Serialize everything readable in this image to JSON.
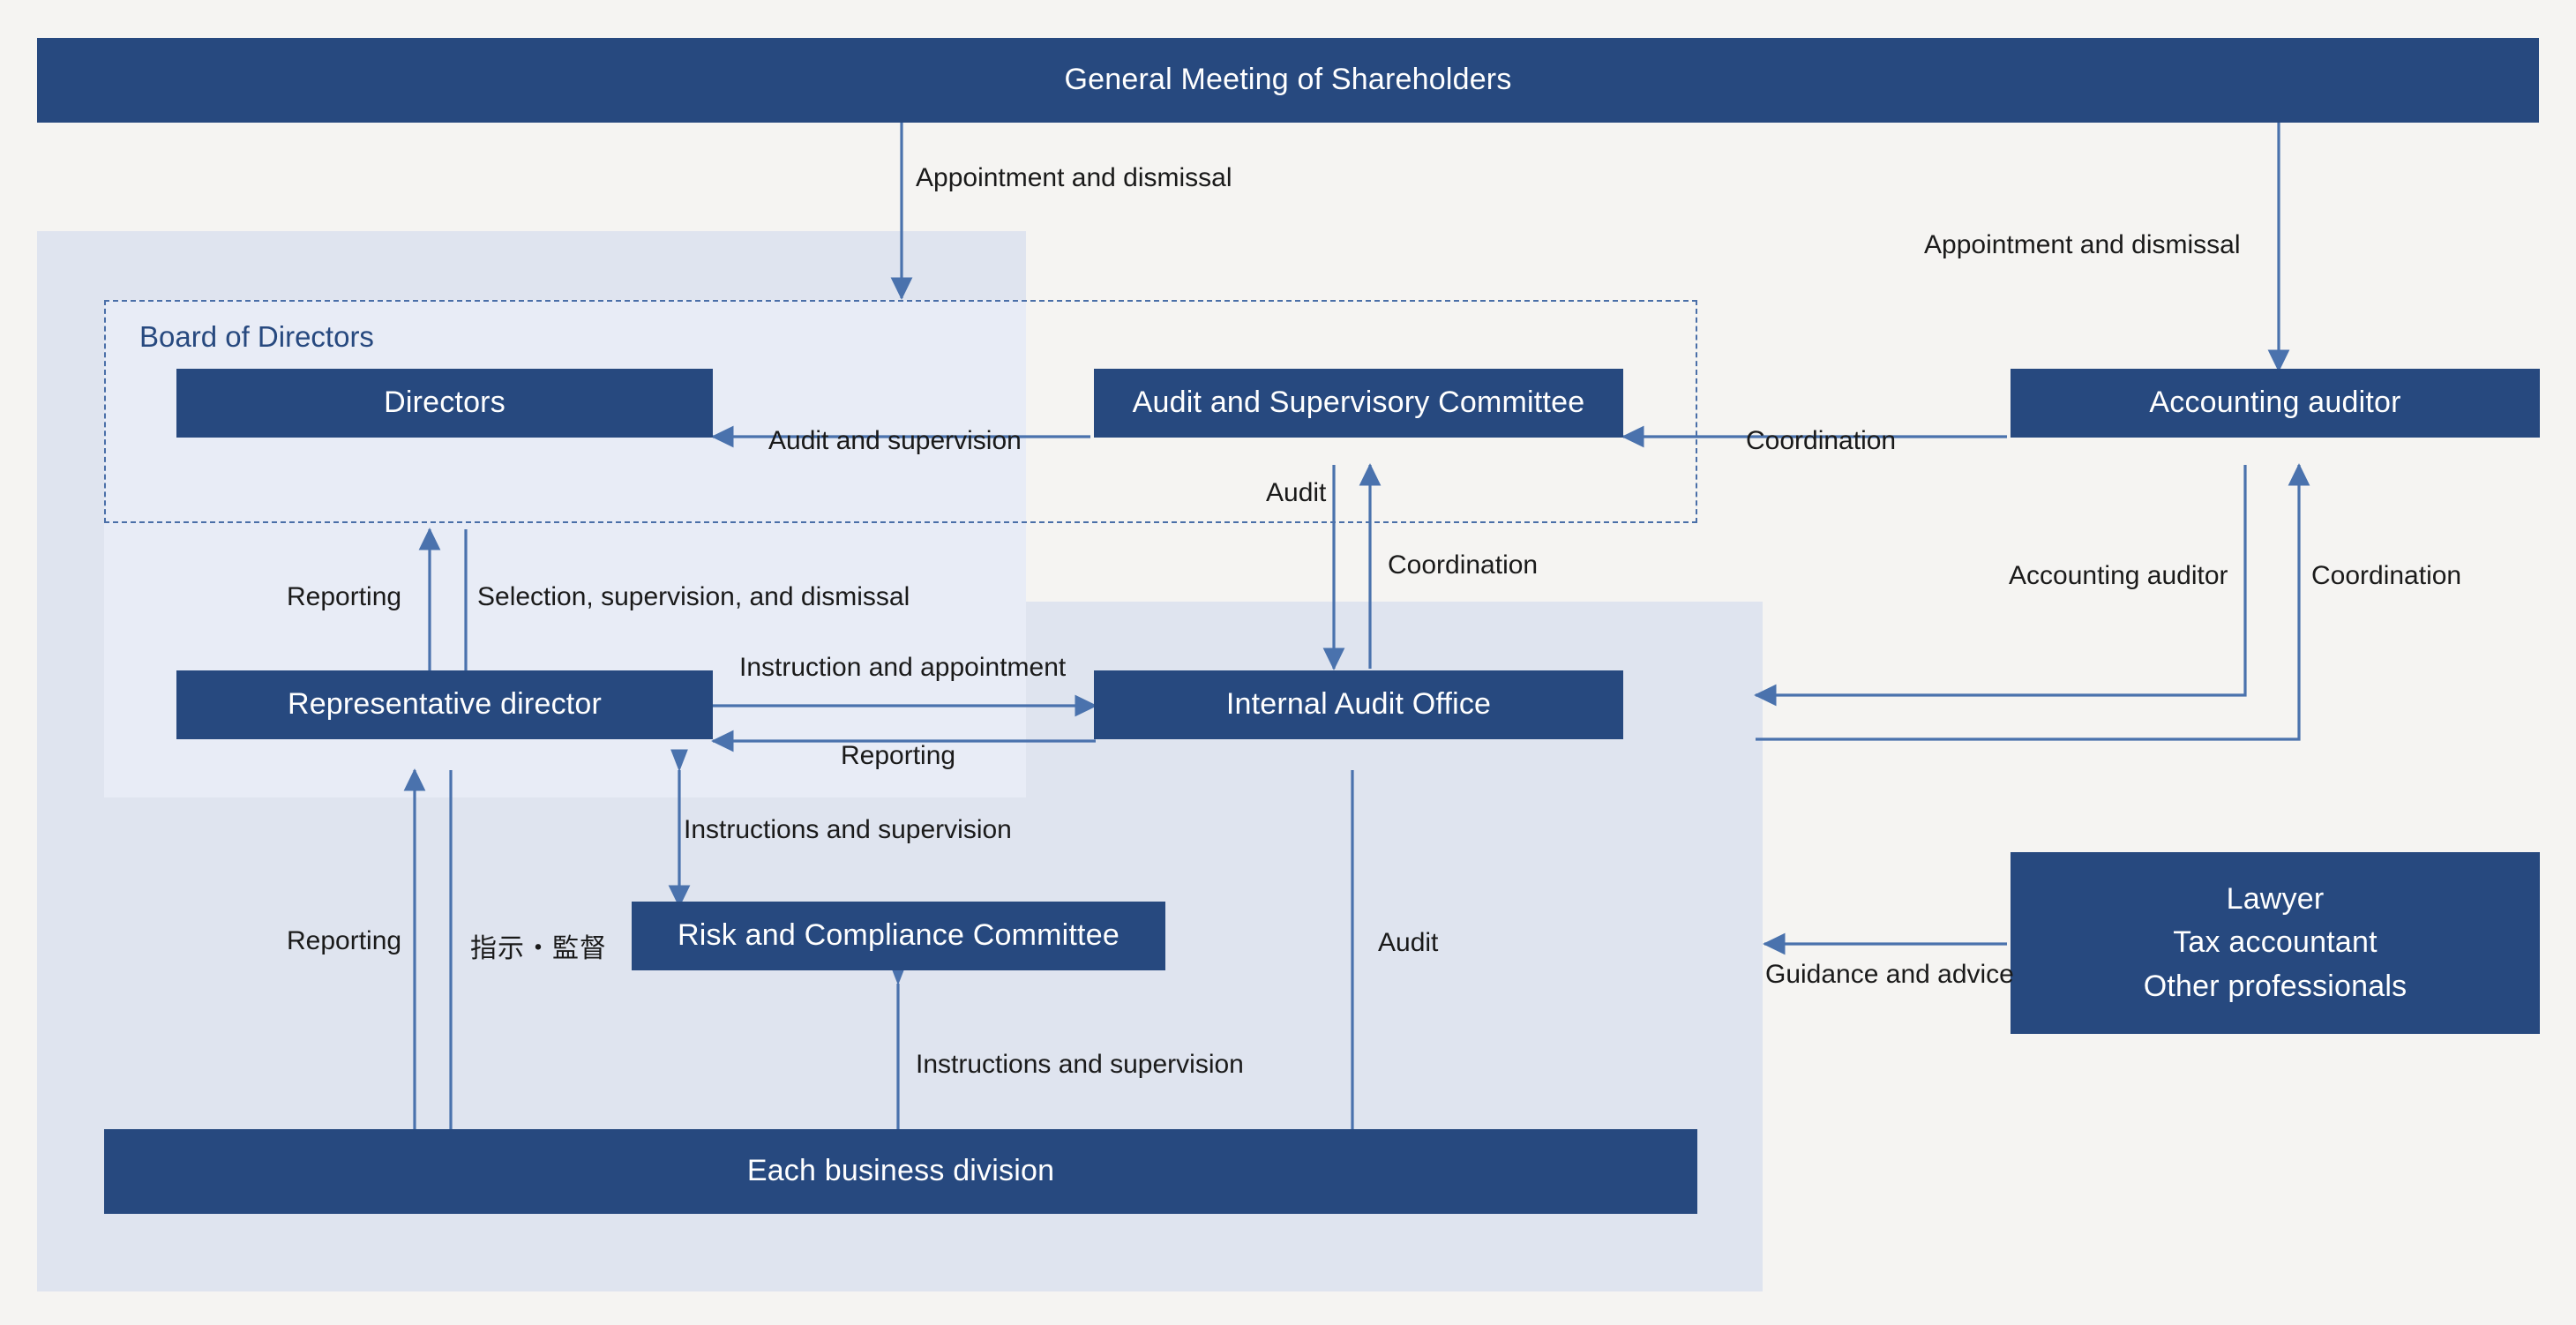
{
  "meta": {
    "diagram_title": "Corporate Governance Structure",
    "colors": {
      "page_background": "#f5f4f2",
      "region_fill": "#dfe4ef",
      "region_inner_fill": "#e8ecf6",
      "node_fill": "#27497f",
      "node_text": "#ffffff",
      "arrow": "#4a72ad",
      "dashed_border": "#4a6fa8",
      "label_text": "#1a1a1a",
      "group_label_text": "#27497f"
    }
  },
  "nodes": {
    "shareholders": {
      "label": "General Meeting of Shareholders"
    },
    "directors": {
      "label": "Directors"
    },
    "audit_committee": {
      "label": "Audit and Supervisory Committee"
    },
    "accounting_auditor": {
      "label": "Accounting auditor"
    },
    "representative_director": {
      "label": "Representative director"
    },
    "internal_audit_office": {
      "label": "Internal Audit Office"
    },
    "risk_compliance": {
      "label": "Risk and Compliance Committee"
    },
    "business_division": {
      "label": "Each business division"
    },
    "professionals": {
      "line1": "Lawyer",
      "line2": "Tax accountant",
      "line3": "Other professionals"
    }
  },
  "groups": {
    "board_of_directors": {
      "label": "Board of Directors"
    }
  },
  "edge_labels": {
    "appointment_dismissal_left": "Appointment and dismissal",
    "appointment_dismissal_right": "Appointment and dismissal",
    "audit_and_supervision": "Audit and supervision",
    "coordination_committee_auditor": "Coordination",
    "audit_committee_to_iao": "Audit",
    "coordination_iao_committee": "Coordination",
    "accounting_auditor_to_iao": "Accounting auditor",
    "coordination_iao_auditor": "Coordination",
    "reporting_directors": "Reporting",
    "selection_supervision_dismissal": "Selection, supervision, and dismissal",
    "instruction_and_appointment": "Instruction and appointment",
    "reporting_iao_repdir": "Reporting",
    "instructions_supervision_risk": "Instructions and supervision",
    "reporting_division": "Reporting",
    "shiji_kantoku": "指示・監督",
    "audit_iao_division": "Audit",
    "instructions_supervision_division": "Instructions and supervision",
    "guidance_and_advice": "Guidance and advice"
  }
}
